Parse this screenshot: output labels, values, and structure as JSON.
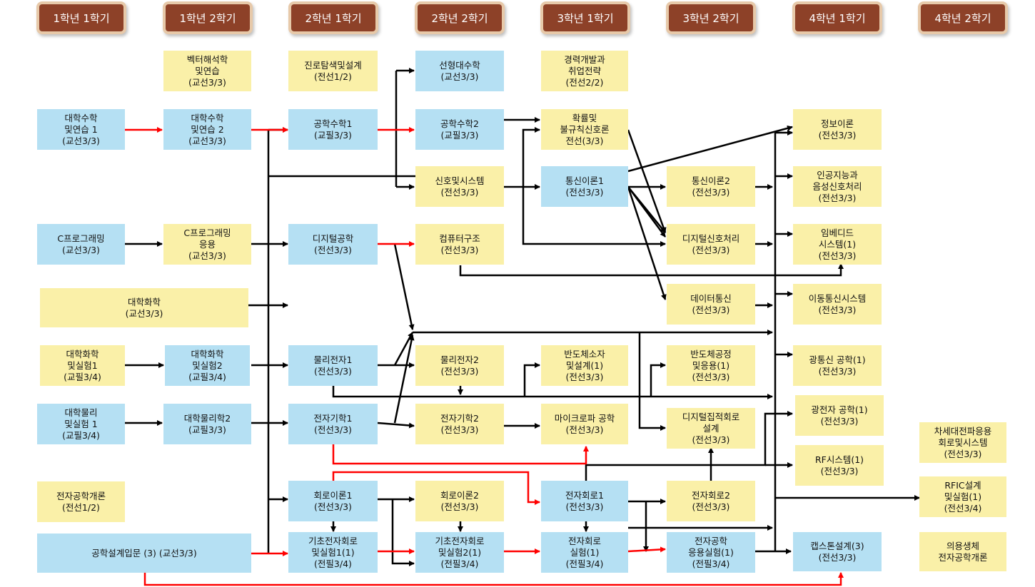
{
  "semesters": [
    "1학년 1학기",
    "1학년 2학기",
    "2학년 1학기",
    "2학년 2학기",
    "3학년 1학기",
    "3학년 2학기",
    "4학년 1학기",
    "4학년 2학기"
  ],
  "courses": {
    "vector": "벡터해석학\n및연습\n(교선3/3)",
    "career_explore": "진로탐색및설계\n(전선1/2)",
    "linear_algebra": "선형대수학\n(교선3/3)",
    "career_dev": "경력개발과\n취업전략\n(전선2/2)",
    "calc1": "대학수학\n및연습 1\n(교선3/3)",
    "calc2": "대학수학\n및연습 2\n(교선3/3)",
    "eng_math1": "공학수학1\n(교필3/3)",
    "eng_math2": "공학수학2\n(교필3/3)",
    "probability": "확률및\n불규칙신호론\n전선(3/3)",
    "info_theory": "정보이론\n(전선3/3)",
    "signals": "신호및시스템\n(전선3/3)",
    "comm1": "통신이론1\n(전선3/3)",
    "comm2": "통신이론2\n(전선3/3)",
    "ai_speech": "인공지능과\n음성신호처리\n(전선3/3)",
    "c_prog": "C프로그래밍\n(교선3/3)",
    "c_prog_app": "C프로그래밍\n응용\n(교선3/3)",
    "digital_eng": "디지털공학\n(전선3/3)",
    "comp_arch": "컴퓨터구조\n(전선3/3)",
    "dsp": "디지털신호처리\n(전선3/3)",
    "embedded": "임베디드\n시스템(1)\n(전선3/3)",
    "chem": "대학화학\n(교선3/3)",
    "data_comm": "데이터통신\n(전선3/3)",
    "mobile_comm": "이동통신시스템\n(전선3/3)",
    "chem_lab1": "대학화학\n및실험1\n(교필3/4)",
    "chem_lab2": "대학화학\n및실험2\n(교필3/4)",
    "phys_elec1": "물리전자1\n(전선3/3)",
    "phys_elec2": "물리전자2\n(전선3/3)",
    "semi_device": "반도체소자\n및설계(1)\n(전선3/3)",
    "semi_process": "반도체공정\n및응용(1)\n(전선3/3)",
    "optical_comm": "광통신 공학(1)\n(전선3/3)",
    "phys_lab1": "대학물리\n및실험 1\n(교필3/4)",
    "phys2": "대학물리학2\n(교필3/3)",
    "em1": "전자기학1\n(전선3/3)",
    "em2": "전자기학2\n(전선3/3)",
    "microwave": "마이크로파 공학\n(전선3/3)",
    "digital_ic": "디지털집적회로\n설계\n(전선3/3)",
    "optoelec": "광전자 공학(1)\n(전선3/3)",
    "next_gen": "차세대전파응용\n회로및시스템\n(전선3/3)",
    "rf_sys": "RF시스템(1)\n(전선3/3)",
    "intro_ee": "전자공학개론\n(전선1/2)",
    "circuit1": "회로이론1\n(전선3/3)",
    "circuit2": "회로이론2\n(전선3/3)",
    "electronic1": "전자회로1\n(전선3/3)",
    "electronic2": "전자회로2\n(전선3/3)",
    "rfic": "RFIC설계\n및실험(1)\n(전선3/4)",
    "eng_design": "공학설계입문 (3) (교선3/3)",
    "basic_lab1": "기초전자회로\n및실험1(1)\n(전필3/4)",
    "basic_lab2": "기초전자회로\n및실험2(1)\n(전필3/4)",
    "elec_lab": "전자회로\n실험(1)\n(전필3/4)",
    "applied_lab": "전자공학\n응용실험(1)\n(전필3/4)",
    "capstone": "캡스톤설계(3)\n(전선3/3)",
    "medical": "의용생체\n전자공학개론"
  },
  "colors": {
    "header_bg": "#8d4128",
    "header_border": "#e7c9a9",
    "elective_box": "#faf0a8",
    "general_box": "#b5e0f3",
    "arrow_black": "#000000",
    "arrow_red": "#ff0000"
  }
}
